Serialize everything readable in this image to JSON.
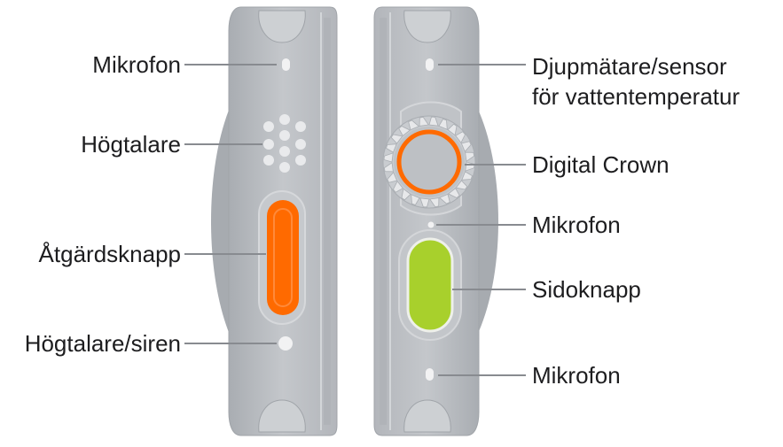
{
  "labels": {
    "left": {
      "microphone": "Mikrofon",
      "speaker": "Högtalare",
      "action_button": "Åtgärdsknapp",
      "speaker_siren": "Högtalare/siren"
    },
    "right": {
      "depth_gauge": "Djupmätare/sensor\nför vattentemperatur",
      "digital_crown": "Digital Crown",
      "microphone_top": "Mikrofon",
      "side_button": "Sidoknapp",
      "microphone_bottom": "Mikrofon"
    }
  },
  "colors": {
    "case": "#b9bcc1",
    "case_dark": "#9ea2a8",
    "action_button": "#ff6a00",
    "side_button": "#a8d02c",
    "crown_ring": "#ff6a00",
    "leader": "#888b90",
    "text": "#1d1d1f"
  }
}
